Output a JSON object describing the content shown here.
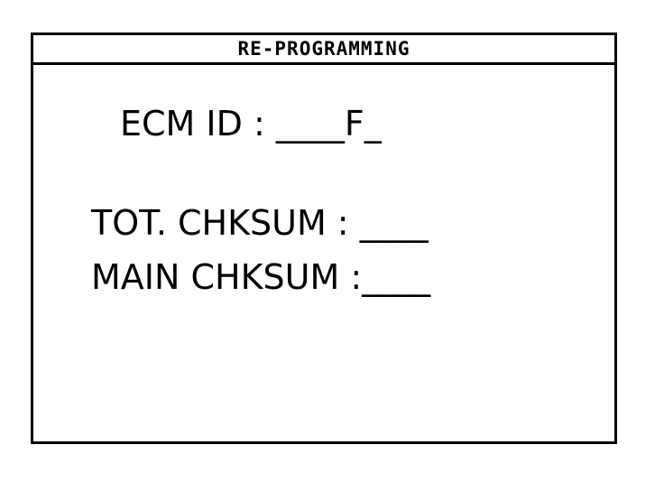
{
  "title": "RE-PROGRAMMING",
  "fields": {
    "ecm_id": "ECM ID : ____F_",
    "tot_chksum": "TOT. CHKSUM : ____",
    "main_chksum": "MAIN CHKSUM :____"
  }
}
